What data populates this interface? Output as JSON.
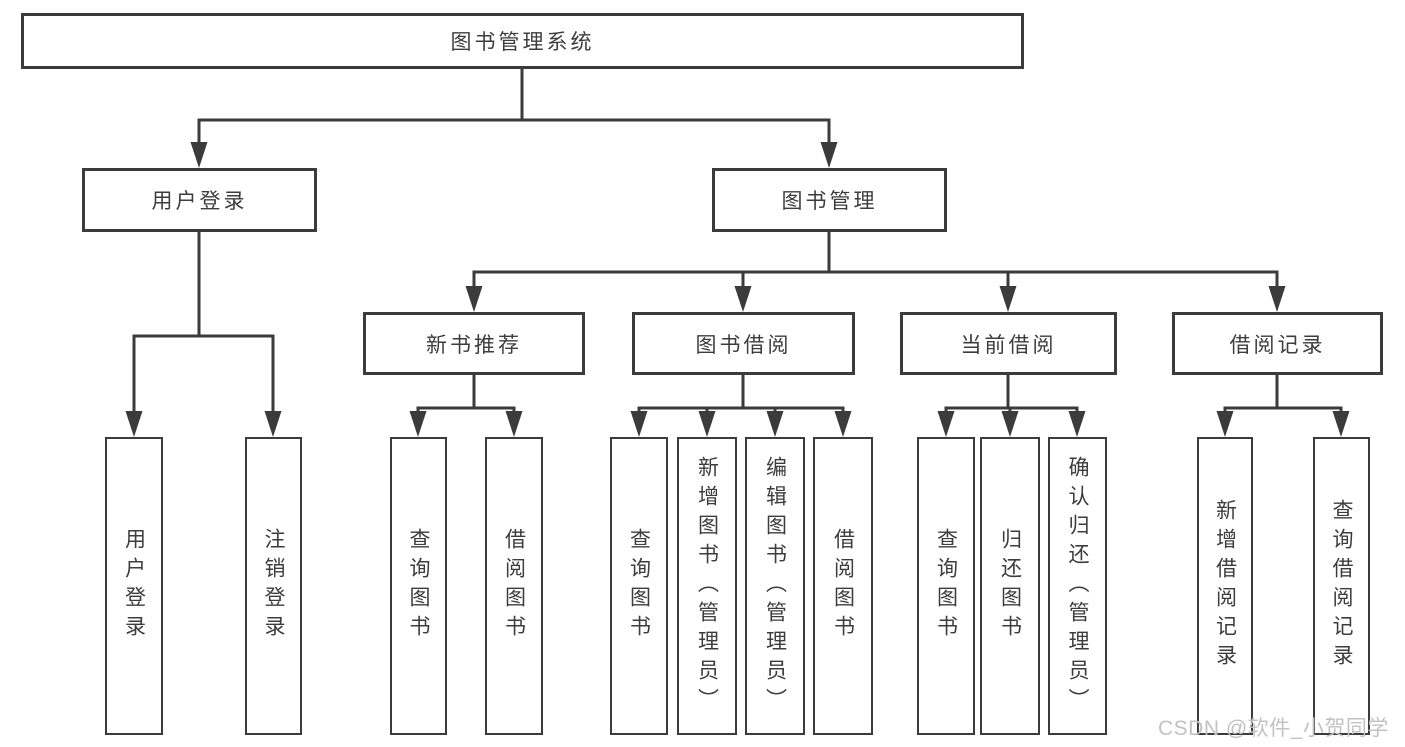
{
  "tree": {
    "root": {
      "label": "图书管理系统"
    },
    "branches": [
      {
        "label": "用户登录",
        "children": [
          {
            "label": "用户登录"
          },
          {
            "label": "注销登录"
          }
        ]
      },
      {
        "label": "图书管理",
        "groups": [
          {
            "label": "新书推荐",
            "children": [
              {
                "label": "查询图书"
              },
              {
                "label": "借阅图书"
              }
            ]
          },
          {
            "label": "图书借阅",
            "children": [
              {
                "label": "查询图书"
              },
              {
                "label": "新增图书（管理员）"
              },
              {
                "label": "编辑图书（管理员）"
              },
              {
                "label": "借阅图书"
              }
            ]
          },
          {
            "label": "当前借阅",
            "children": [
              {
                "label": "查询图书"
              },
              {
                "label": "归还图书"
              },
              {
                "label": "确认归还（管理员）"
              }
            ]
          },
          {
            "label": "借阅记录",
            "children": [
              {
                "label": "新增借阅记录"
              },
              {
                "label": "查询借阅记录"
              }
            ]
          }
        ]
      }
    ]
  },
  "watermark": "CSDN @软件_小贺同学",
  "colors": {
    "line": "#3b3b3b",
    "text": "#3d3d3d",
    "background": "#ffffff",
    "watermark": "#c2c2c2"
  }
}
